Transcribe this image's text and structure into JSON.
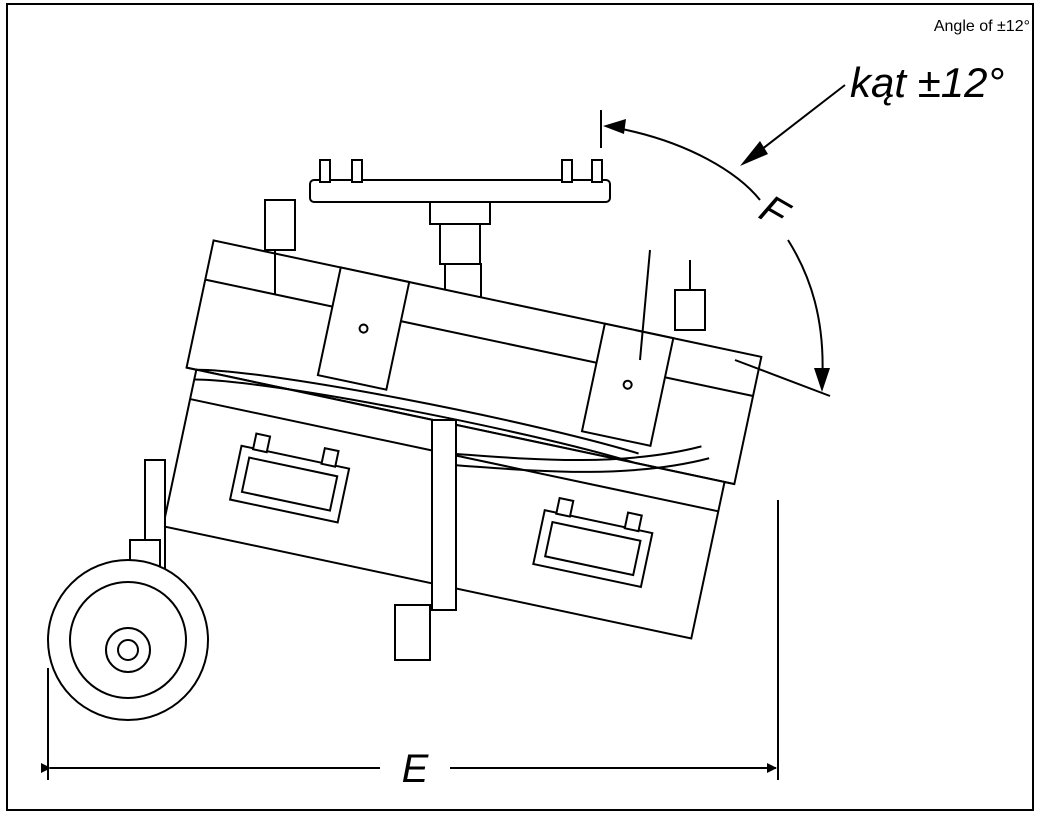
{
  "note": {
    "angle_text": "Angle of ±12°"
  },
  "labels": {
    "angle_label": "kąt ±12°",
    "dimension_f": "F",
    "dimension_e": "E"
  },
  "colors": {
    "line": "#000000",
    "background": "#ffffff"
  }
}
